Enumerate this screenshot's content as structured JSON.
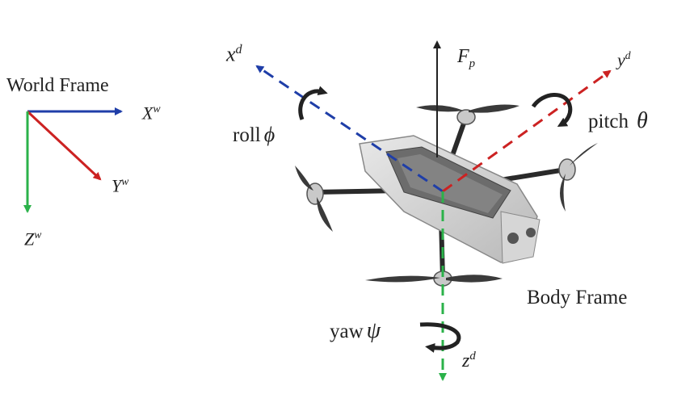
{
  "world_frame": {
    "title": "World Frame",
    "x_axis": {
      "base": "X",
      "sup": "w"
    },
    "y_axis": {
      "base": "Y",
      "sup": "w"
    },
    "z_axis": {
      "base": "Z",
      "sup": "w"
    }
  },
  "body_frame": {
    "title": "Body Frame",
    "x_axis": {
      "base": "x",
      "sup": "d"
    },
    "y_axis": {
      "base": "y",
      "sup": "d"
    },
    "z_axis": {
      "base": "z",
      "sup": "d"
    },
    "thrust": {
      "base": "F",
      "sub": "p"
    }
  },
  "rotations": {
    "roll": {
      "word": "roll",
      "symbol": "ϕ"
    },
    "pitch": {
      "word": "pitch",
      "symbol": "θ"
    },
    "yaw": {
      "word": "yaw",
      "symbol": "ψ"
    }
  },
  "colors": {
    "x_axis": "#1f3ea8",
    "y_axis": "#cc2222",
    "z_axis": "#2bb24a",
    "thrust": "#222222"
  }
}
